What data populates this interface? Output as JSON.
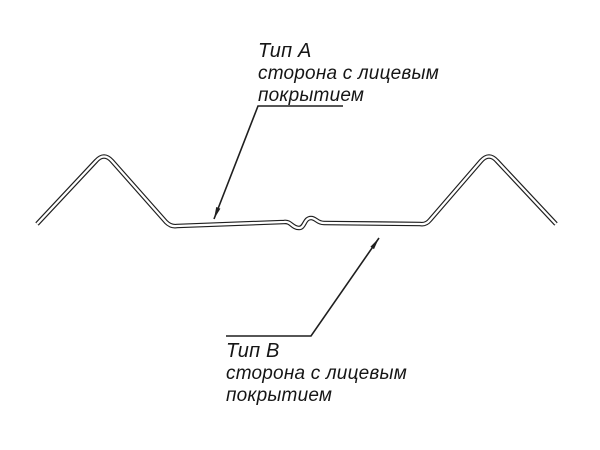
{
  "labels": {
    "type_a": {
      "title": "Тип А",
      "line1": "сторона с лицевым",
      "line2": "покрытием"
    },
    "type_b": {
      "title": "Тип В",
      "line1": "сторона с лицевым",
      "line2": "покрытием"
    }
  },
  "colors": {
    "line": "#1f1f1f",
    "background": "#ffffff"
  }
}
